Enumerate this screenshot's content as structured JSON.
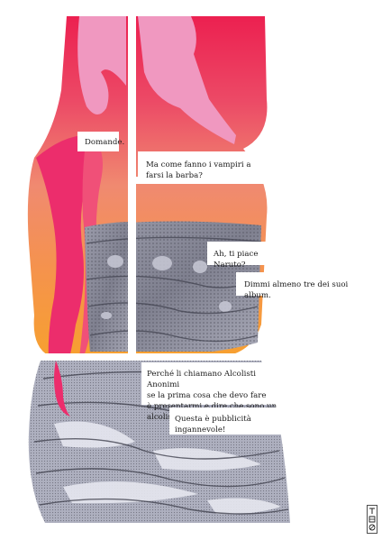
{
  "artwork": {
    "style": "pop-art collage of a woman's silhouette in a gray ruched strapless dress",
    "colors": {
      "hair_pink": "#f099c0",
      "magenta": "#ec2d62",
      "red": "#e8394e",
      "salmon": "#f08a70",
      "orange": "#f59b4c",
      "dress_gray": "#8e8f9c",
      "dress_light": "#c8c9d6",
      "dress_dark": "#5a5b68",
      "paper": "#ffffff"
    }
  },
  "captions": {
    "domande": "Domande.",
    "vampiri": "Ma come fanno i vampiri a farsi la barba?",
    "naruto": "Ah, ti piace Naruto?",
    "album": "Dimmi almeno tre dei suoi album.",
    "alcolisti": "Perché li chiamano Alcolisti Anonimi\nse la prima cosa che devo fare\nè presentarmi e dire che sono un alcolista?",
    "pubblicita": "Questa è pubblicità ingannevole!"
  },
  "signature": {
    "icon": "artist-signature-mark"
  }
}
